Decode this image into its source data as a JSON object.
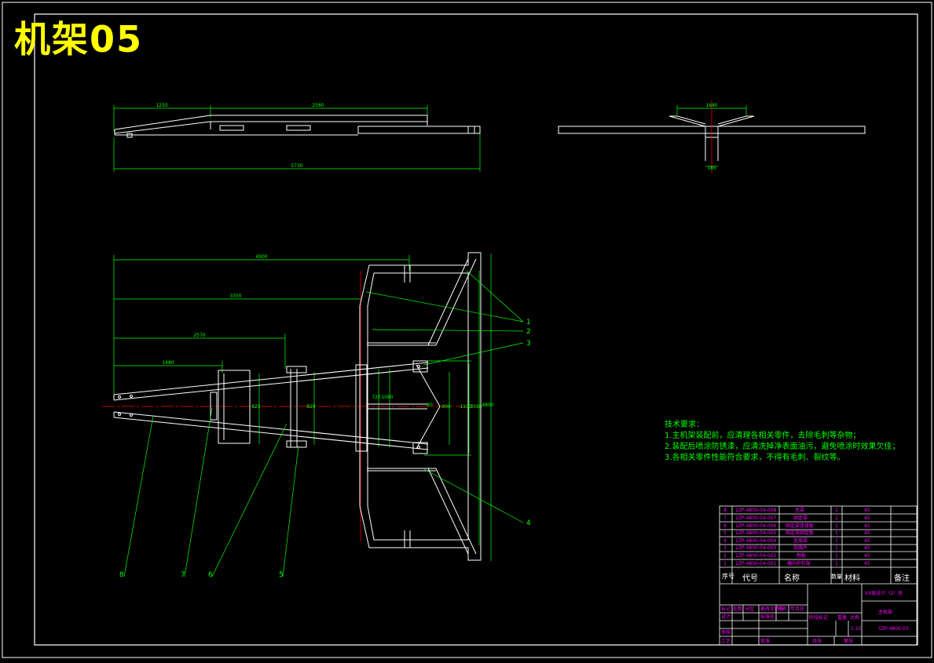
{
  "drawing": {
    "title": "机架05",
    "colors": {
      "background": "#000000",
      "frame": "#ffffff",
      "dimension": "#00ff00",
      "titlebar": "#ff00ff",
      "heading": "#ffff00",
      "centerline": "#ff0000"
    }
  },
  "top_view": {
    "dim_left": "1250",
    "dim_mid": "2560",
    "dim_total": "5730"
  },
  "side_view": {
    "dim_top": "1640",
    "dim_bottom": "185"
  },
  "plan_view": {
    "dims_horizontal": [
      "4900",
      "3350",
      "2570",
      "1480"
    ],
    "dims_vertical": [
      "825",
      "820",
      "720",
      "1080",
      "800",
      "1190",
      "3550",
      "4800"
    ],
    "dim_small": "80",
    "balloons": [
      "1",
      "2",
      "3",
      "4",
      "5",
      "6",
      "7",
      "8"
    ]
  },
  "tech_requirements": {
    "heading": "技术要求：",
    "lines": [
      "1.主机架装配前，应清理各相关零件，去除毛刺等杂物；",
      "2.装配后喷涂防锈漆，应清洗掉净表面油污，避免喷涂时效果欠佳；",
      "3.各相关零件性能符合要求，不得有毛刺、裂纹等。"
    ]
  },
  "parts_list": {
    "rows": [
      {
        "no": "8",
        "code": "1ZP-4800-04-008",
        "name": "主梁",
        "qty": "1",
        "material": "45"
      },
      {
        "no": "7",
        "code": "1ZP-4800-04-007",
        "name": "固定梁",
        "qty": "1",
        "material": "45"
      },
      {
        "no": "6",
        "code": "1ZP-4800-04-006",
        "name": "固定梁连接板",
        "qty": "1",
        "material": "45"
      },
      {
        "no": "5",
        "code": "1ZP-4800-04-005",
        "name": "固定梁固定板",
        "qty": "1",
        "material": "45"
      },
      {
        "no": "4",
        "code": "1ZP-4800-04-004",
        "name": "连接梁",
        "qty": "1",
        "material": "45"
      },
      {
        "no": "3",
        "code": "1ZP-4800-04-003",
        "name": "加强片",
        "qty": "1",
        "material": "45"
      },
      {
        "no": "2",
        "code": "1ZP-4800-04-002",
        "name": "侧板",
        "qty": "1",
        "material": "45"
      },
      {
        "no": "1",
        "code": "1ZP-4800-04-001",
        "name": "横向护栏架",
        "qty": "1",
        "material": "45"
      }
    ],
    "header": {
      "no": "序号",
      "code": "代号",
      "name": "名称",
      "qty": "数量",
      "material": "材料",
      "remark": "备注"
    }
  },
  "title_block": {
    "school": "XX级设计（2）班",
    "part_name": "主机架",
    "drawing_no": "1ZP-4800-03",
    "scale": "1:15",
    "labels": [
      "标记",
      "处数",
      "分区",
      "更改文件号",
      "签名",
      "年月日",
      "设计",
      "标准化",
      "阶段标记",
      "重量",
      "比例",
      "审核",
      "工艺",
      "批准",
      "共张",
      "第张"
    ]
  }
}
